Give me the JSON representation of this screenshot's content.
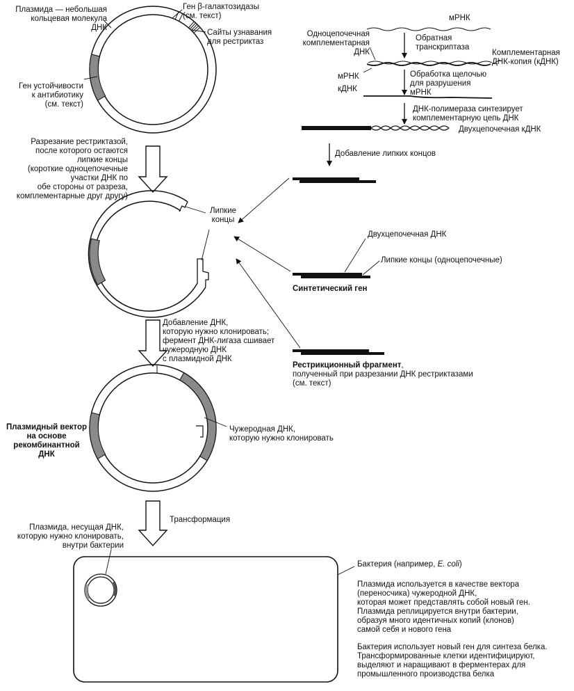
{
  "labels": {
    "plasmid": "Плазмида — небольшая\nкольцевая молекула\nДНК",
    "gal_gene": "Ген β-галактозидазы\n(см. текст)",
    "restr_sites": "Сайты узнавания\nдля рестриктаз",
    "resist_gene": "Ген устойчивости\nк антибиотику\n(см. текст)",
    "cut_step": "Разрезание рестриктазой,\nпосле которого остаются\nлипкие концы\n(короткие одноцепочечные\nучастки ДНК по\nобе стороны от разреза,\nкомплементарные друг другу)",
    "sticky_ends": "Липкие\nконцы",
    "mrna_top": "мРНК",
    "ss_comp": "Одноцепочечная\nкомплементарная\nДНК",
    "rev_trans": "Обратная\nтранскриптаза",
    "comp_cdna": "Комплементарная\nДНК-копия (кДНК)",
    "mrna_mid": "мРНК",
    "cdna_mid": "кДНК",
    "alkali": "Обработка щелочью\nдля разрушения\nмРНК",
    "polymerase": "ДНК-полимераза синтезирует\nкомплементарную цепь ДНК",
    "ds_cdna": "Двухцепочечная кДНК",
    "add_sticky": "Добавление липких концов",
    "ds_dna": "Двухцепочечная ДНК",
    "sticky_single": "Липкие концы (одноцепочечные)",
    "synth_gene": "Синтетический ген",
    "add_dna": "Добавление ДНК,\nкоторую нужно клонировать;\nфермент ДНК-лигаза сшивает\nчужеродную ДНК\nс плазмидной ДНК",
    "restr_frag_bold": "Рестрикционный фрагмент",
    "restr_frag_comma": ",",
    "restr_frag_rest": "полученный при разрезании ДНК рестриктазами\n(см. текст)",
    "vector": "Плазмидный вектор\nна основе\nрекомбинантной ДНК",
    "foreign_dna": "Чужеродная ДНК,\nкоторую нужно клонировать",
    "transformation": "Трансформация",
    "plasmid_in_bact": "Плазмида, несущая ДНК,\nкоторую нужно клонировать,\nвнутри бактерии",
    "bacteria_pre": "Бактерия (например, ",
    "bacteria_species": "E. coli",
    "bacteria_post": ")",
    "bact_text1": "Плазмида используется в качестве вектора\n(переносчика) чужеродной ДНК,\nкоторая может представлять собой новый ген.\nПлазмида реплицируется внутри бактерии,\nобразуя много идентичных копий (клонов)\nсамой себя и нового гена",
    "bact_text2": "Бактерия использует новый ген для синтеза белка.\nТрансформированные клетки идентифицируют,\nвыделяют и наращивают в ферментерах для\nпромышленного производства белка"
  }
}
